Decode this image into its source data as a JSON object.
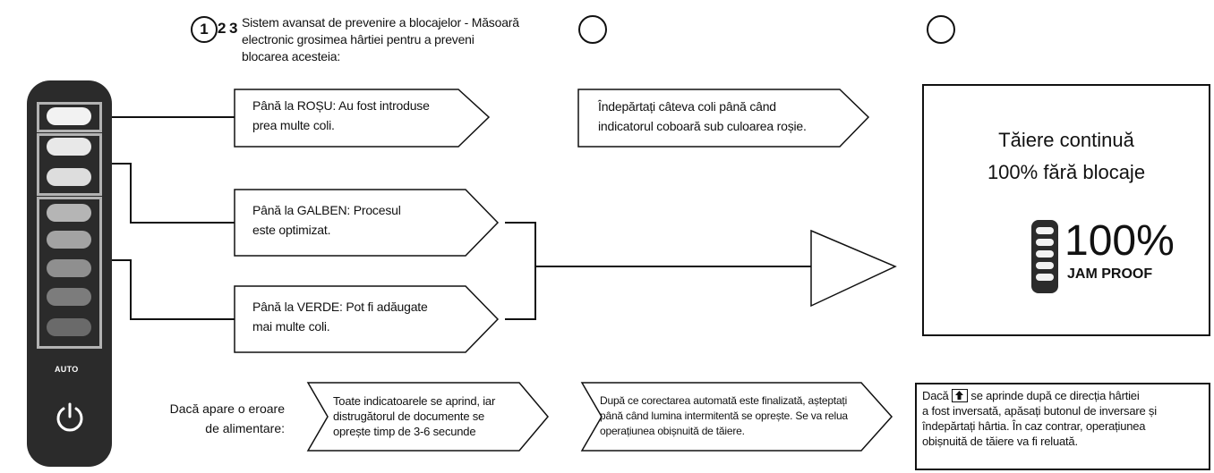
{
  "steps": {
    "one": "1",
    "two": "2",
    "three": "3"
  },
  "intro": {
    "line1": "Sistem avansat de prevenire a blocajelor - Măsoară",
    "line2": "electronic grosimea hârtiei pentru a preveni",
    "line3": "blocarea acesteia:"
  },
  "levels": [
    {
      "line1": "Până la ROȘU: Au fost introduse",
      "line2": "prea multe coli."
    },
    {
      "line1": "Până la GALBEN: Procesul",
      "line2": "este optimizat."
    },
    {
      "line1": "Până la VERDE: Pot fi adăugate",
      "line2": "mai multe coli."
    }
  ],
  "red_action": {
    "line1": "Îndepărtați câteva coli până când",
    "line2": "indicatorul coboară sub culoarea roșie."
  },
  "result": {
    "line1": "Tăiere continuă",
    "line2": "100% fără blocaje",
    "percent": "100%",
    "badge": "JAM PROOF"
  },
  "device": {
    "auto_label": "AUTO"
  },
  "error": {
    "label_line1": "Dacă apare o eroare",
    "label_line2": "de alimentare:",
    "box1": {
      "line1": "Toate indicatoarele se aprind, iar",
      "line2": "distrugătorul de documente se",
      "line3": "oprește timp de 3-6 secunde"
    },
    "box2": {
      "line1": "După ce corectarea automată este finalizată, așteptați",
      "line2": "până când lumina intermitentă se oprește. Se va relua",
      "line3": "operațiunea obișnuită de tăiere."
    },
    "note": {
      "line1_pre": "Dacă",
      "line1_post": "se aprinde după ce direcția hârtiei",
      "line2": "a fost inversată, apăsați butonul de inversare și",
      "line3": "îndepărtați hârtia. În caz contrar, operațiunea",
      "line4": "obișnuită de tăiere va fi reluată."
    }
  },
  "icons": {
    "power": "power-icon",
    "reverse": "reverse-arrow-icon"
  },
  "colors": {
    "device": "#2b2b2b",
    "led_top": "#f2f2f2",
    "led_bottom": "#6a6a6a",
    "group_frame": "#b3b3b3"
  }
}
